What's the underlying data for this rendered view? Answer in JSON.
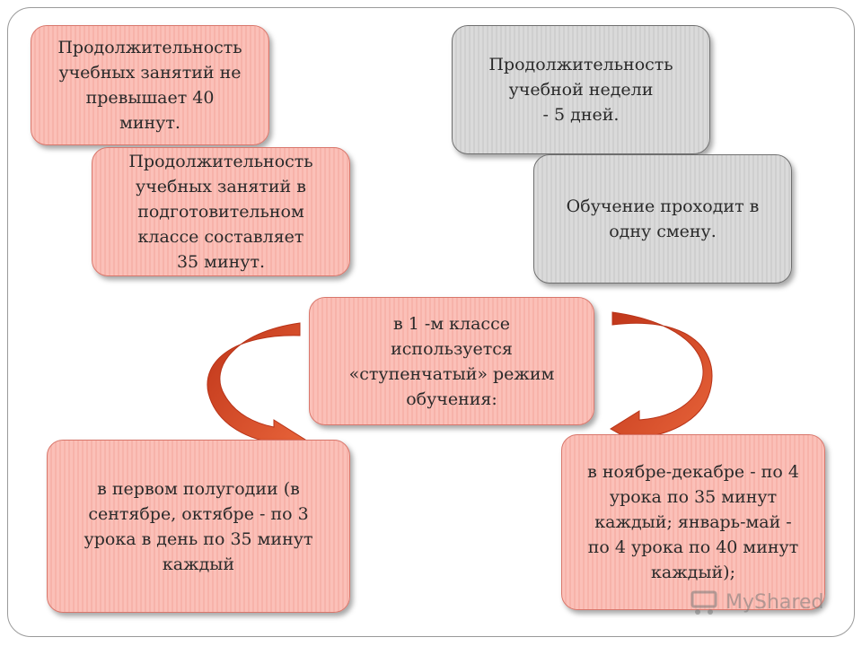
{
  "boxes": {
    "lesson_duration": "Продолжительность\nучебных занятий не\nпревышает 40\nминут.",
    "prep_class_duration": "Продолжительность\nучебных занятий в\nподготовительном\nклассе составляет\n35 минут.",
    "week_duration": "Продолжительность\nучебной недели\n- 5 дней.",
    "one_shift": "Обучение проходит в\nодну смену.",
    "first_grade_mode": "в 1 -м классе\nиспользуется\n«ступенчатый» режим\nобучения:",
    "first_half_year": "в первом полугодии (в\nсентябре, октябре - по 3\nурока в день по 35 минут\nкаждый",
    "nov_may": "в ноябре-декабре - по 4\nурока по 35 минут\nкаждый; январь-май -\nпо 4 урока по 40 минут\nкаждый);"
  },
  "colors": {
    "pink_fill": "#fbc0b8",
    "pink_border": "#d9776c",
    "gray_fill": "#d6d6d6",
    "gray_border": "#6f6f6f",
    "arrow": "#d9461f"
  },
  "icons": {
    "arrow_left": "curved-arrow-left-icon",
    "arrow_right": "curved-arrow-right-icon"
  },
  "watermark": {
    "text": "MyShared"
  }
}
